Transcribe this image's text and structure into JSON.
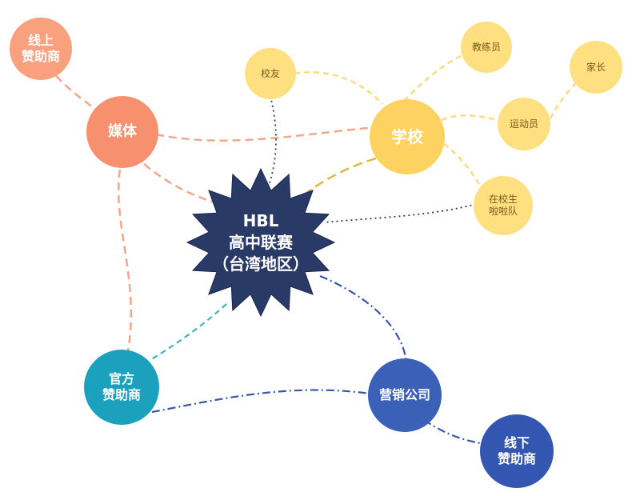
{
  "hub": {
    "label": "HBL\n高中联赛\n（台湾地区）"
  },
  "nodes": {
    "online_sponsor": "线上\n赞助商",
    "media": "媒体",
    "alumni": "校友",
    "school": "学校",
    "coach": "教练员",
    "parent": "家长",
    "athlete": "运动员",
    "cheerleader": "在校生\n啦啦队",
    "official_sponsor": "官方\n赞助商",
    "marketing": "营销公司",
    "offline_sponsor": "线下\n赞助商"
  },
  "colors": {
    "salmon": "#f7906e",
    "salmon_light": "#f9a07f",
    "yellow": "#fdd261",
    "yellow_light": "#fee080",
    "teal": "#1ba0be",
    "blue": "#3a60b8",
    "navy": "#2a3a66"
  }
}
